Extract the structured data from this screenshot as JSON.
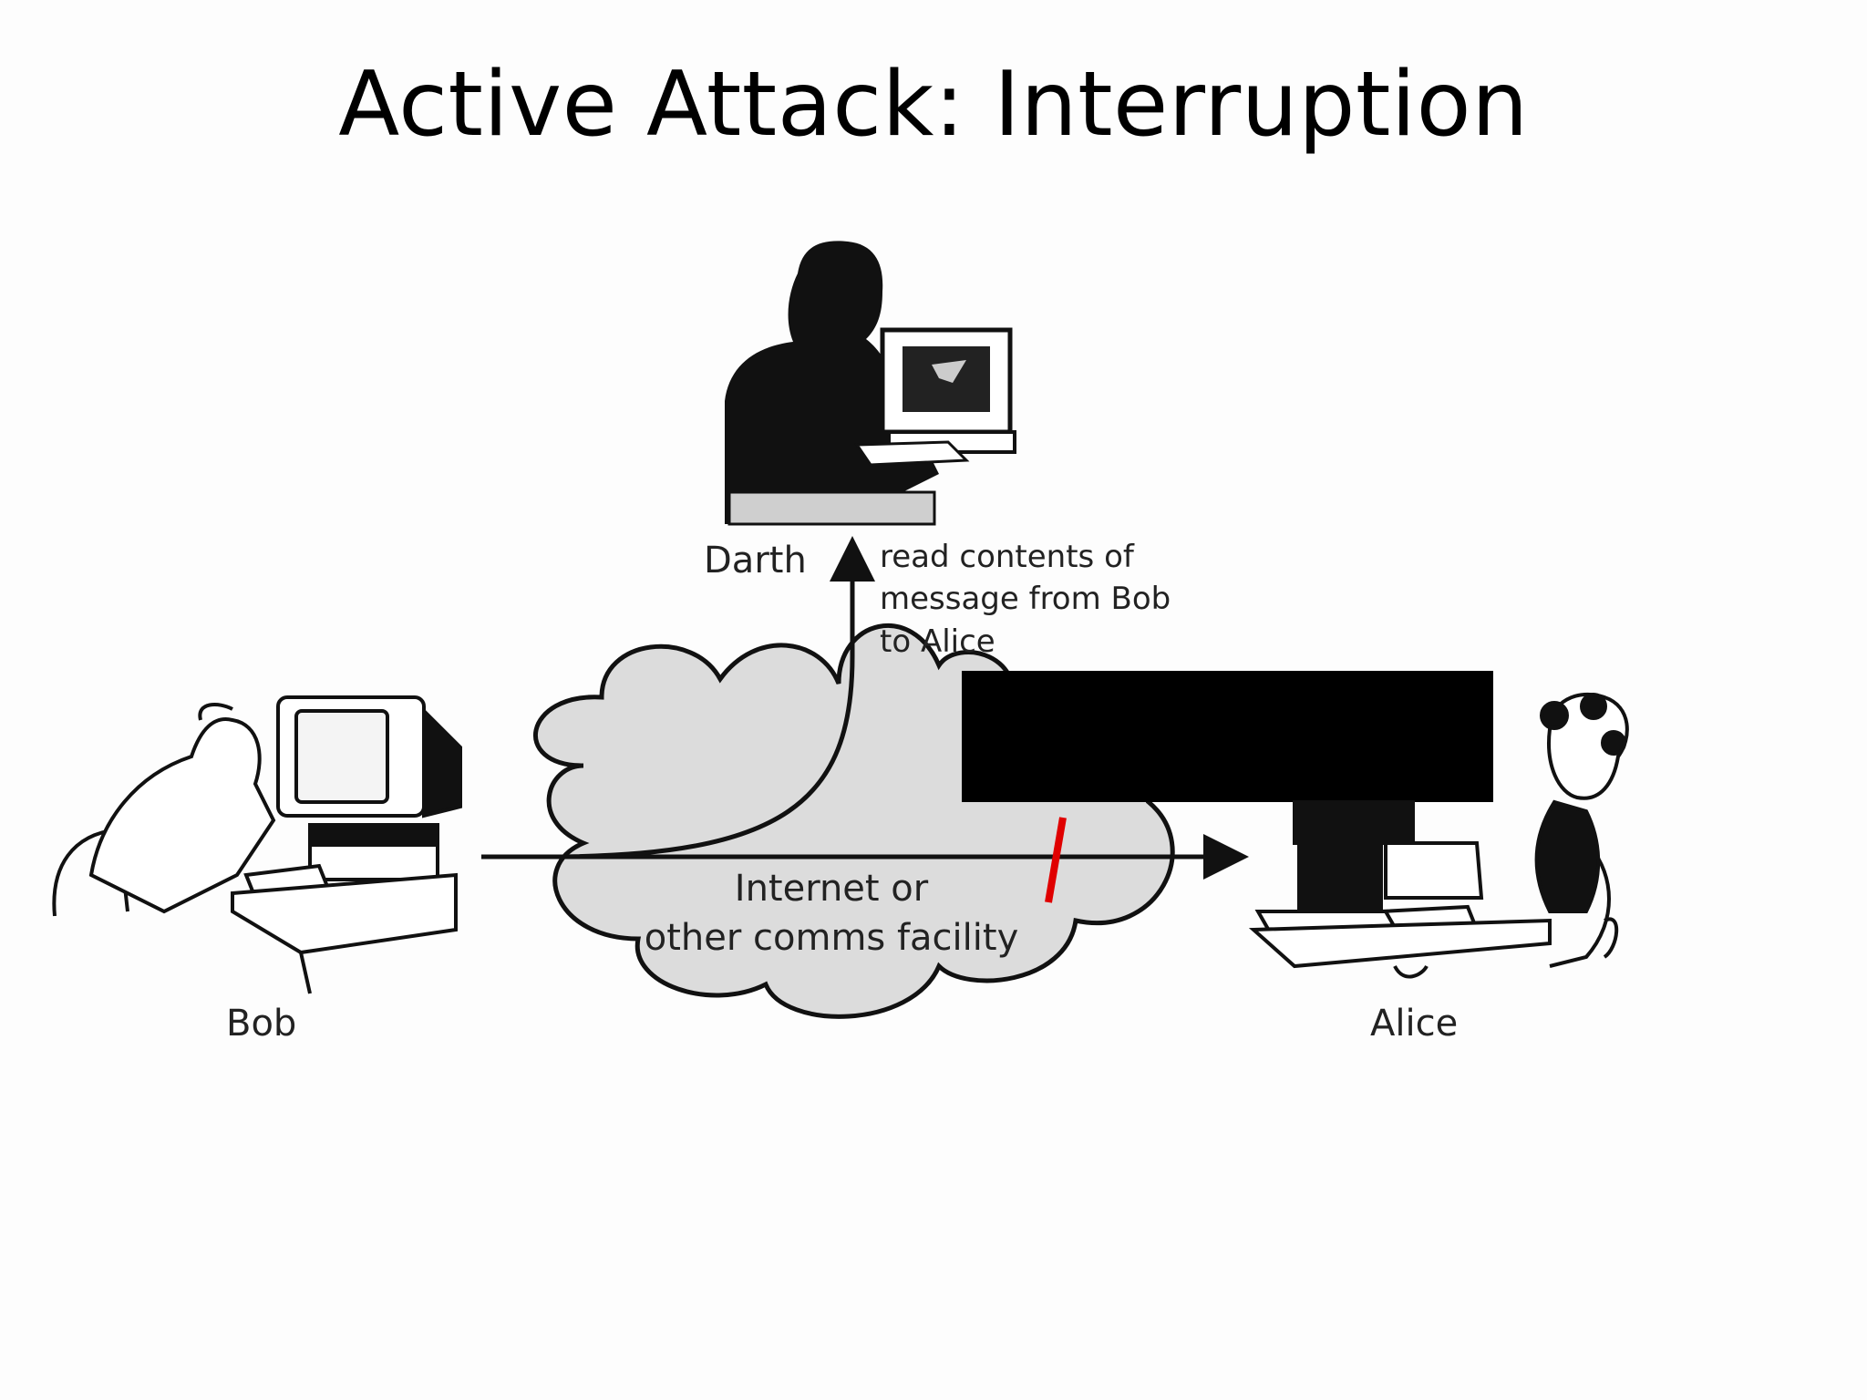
{
  "slide": {
    "title": "Active Attack: Interruption"
  },
  "diagram": {
    "actors": {
      "darth": "Darth",
      "bob": "Bob",
      "alice": "Alice"
    },
    "annotation": [
      "read contents of",
      "message from Bob",
      "to Alice"
    ],
    "network": [
      "Internet or",
      "other comms facility"
    ],
    "colors": {
      "cloud_fill": "#dcdcdc",
      "interruption_mark": "#e00000",
      "redaction_box": "#000000"
    }
  }
}
